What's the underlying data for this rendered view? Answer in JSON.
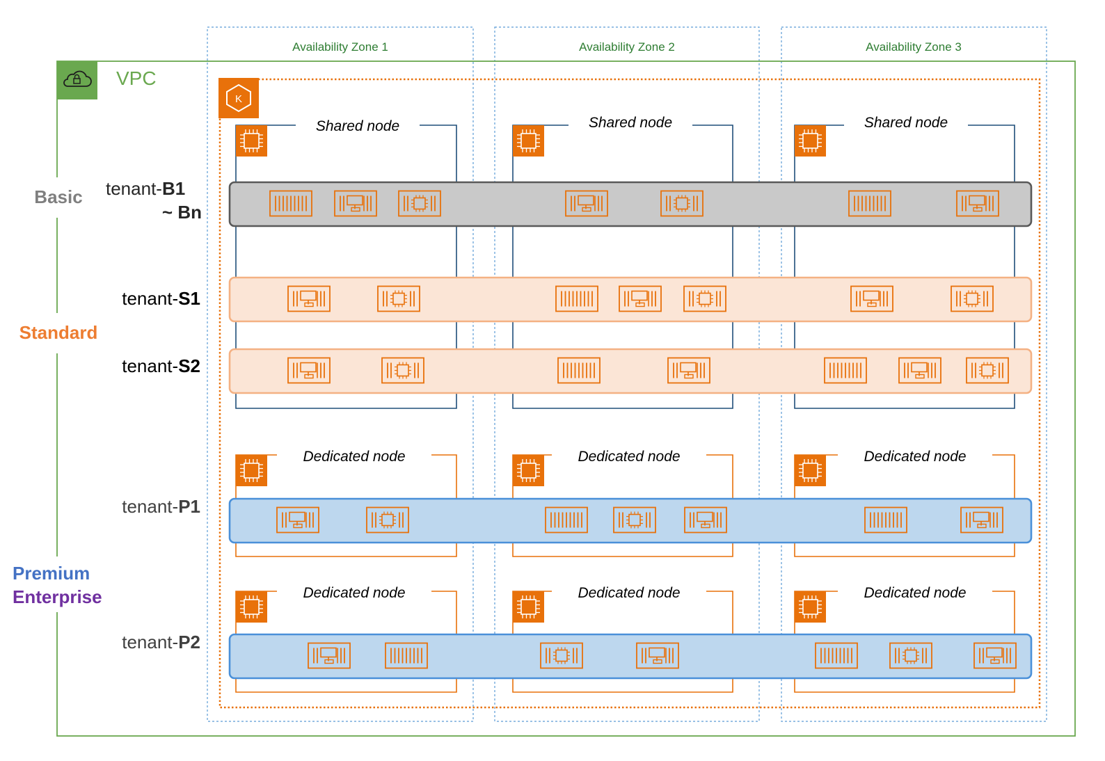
{
  "availability_zones": [
    "Availability Zone 1",
    "Availability Zone 2",
    "Availability Zone 3"
  ],
  "vpc": {
    "label": "VPC",
    "icon": "vpc-cloud-lock-icon",
    "color": "#6aa84f"
  },
  "cluster": {
    "icon": "eks-k-icon",
    "icon_letter": "K",
    "color": "#e8710a"
  },
  "tiers": {
    "basic": {
      "label": "Basic",
      "color": "#7f7f7f"
    },
    "standard": {
      "label": "Standard",
      "color": "#ed7d31"
    },
    "premium": {
      "label": "Premium",
      "color": "#4472c4"
    },
    "enterprise": {
      "label": "Enterprise",
      "color": "#7030a0"
    }
  },
  "node_labels": {
    "shared": "Shared node",
    "dedicated": "Dedicated node"
  },
  "tenants": [
    {
      "prefix": "tenant-",
      "name": "B1",
      "suffix": "~ Bn",
      "tier": "basic",
      "pods": [
        [
          "container",
          "server",
          "chip"
        ],
        [
          "server",
          "chip"
        ],
        [
          "container",
          "server"
        ]
      ]
    },
    {
      "prefix": "tenant-",
      "name": "S1",
      "tier": "standard",
      "pods": [
        [
          "server",
          "chip"
        ],
        [
          "container",
          "server",
          "chip"
        ],
        [
          "server",
          "chip"
        ]
      ]
    },
    {
      "prefix": "tenant-",
      "name": "S2",
      "tier": "standard",
      "pods": [
        [
          "server",
          "chip"
        ],
        [
          "container",
          "server"
        ],
        [
          "container",
          "server",
          "chip"
        ]
      ]
    },
    {
      "prefix": "tenant-",
      "name": "P1",
      "tier": "premium",
      "pods": [
        [
          "server",
          "chip"
        ],
        [
          "container",
          "chip",
          "server"
        ],
        [
          "container",
          "server"
        ]
      ]
    },
    {
      "prefix": "tenant-",
      "name": "P2",
      "tier": "premium",
      "pods": [
        [
          "server",
          "container"
        ],
        [
          "chip",
          "server"
        ],
        [
          "container",
          "chip",
          "server"
        ]
      ]
    }
  ],
  "colors": {
    "zone_border": "#5b9bd5",
    "zone_text": "#2e7d32",
    "shared_node_border": "#1f4e79",
    "dedicated_node_border": "#e8710a",
    "pod_icon": "#e8710a",
    "basic_band_fill": "#c9c9c9",
    "basic_band_border": "#595959",
    "standard_band_fill": "#fbe5d6",
    "standard_band_border": "#f4b183",
    "premium_band_fill": "#bdd7ee",
    "premium_band_border": "#4a90d9"
  }
}
